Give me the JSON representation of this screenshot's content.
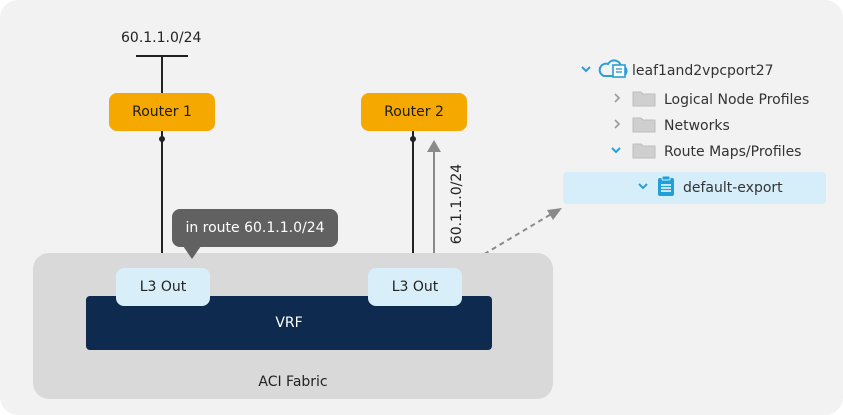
{
  "network_prefix": "60.1.1.0/24",
  "routers": [
    {
      "label": "Router 1"
    },
    {
      "label": "Router 2"
    }
  ],
  "callout": {
    "text": "in route 60.1.1.0/24"
  },
  "l3outs": [
    {
      "label": "L3 Out"
    },
    {
      "label": "L3 Out"
    }
  ],
  "vrf": {
    "label": "VRF"
  },
  "fabric": {
    "label": "ACI Fabric"
  },
  "advertised_prefix": "60.1.1.0/24",
  "tree": {
    "root": {
      "label": "leaf1and2vpcport27",
      "icon": "cloud-folder-icon",
      "expanded": true
    },
    "children": [
      {
        "label": "Logical Node Profiles",
        "icon": "folder-icon",
        "expanded": false
      },
      {
        "label": "Networks",
        "icon": "folder-icon",
        "expanded": false
      },
      {
        "label": "Route Maps/Profiles",
        "icon": "folder-icon",
        "expanded": true
      }
    ],
    "selected": {
      "label": "default-export",
      "icon": "document-list-icon",
      "expanded": true
    }
  },
  "colors": {
    "router": "#f4a800",
    "l3out": "#d8eef8",
    "vrf": "#0f2a4f",
    "fabric": "#d9d9d9",
    "callout": "#616161",
    "tree_accent": "#2b9ed8",
    "selected_row": "#d6eef9",
    "background": "#f2f2f2"
  }
}
